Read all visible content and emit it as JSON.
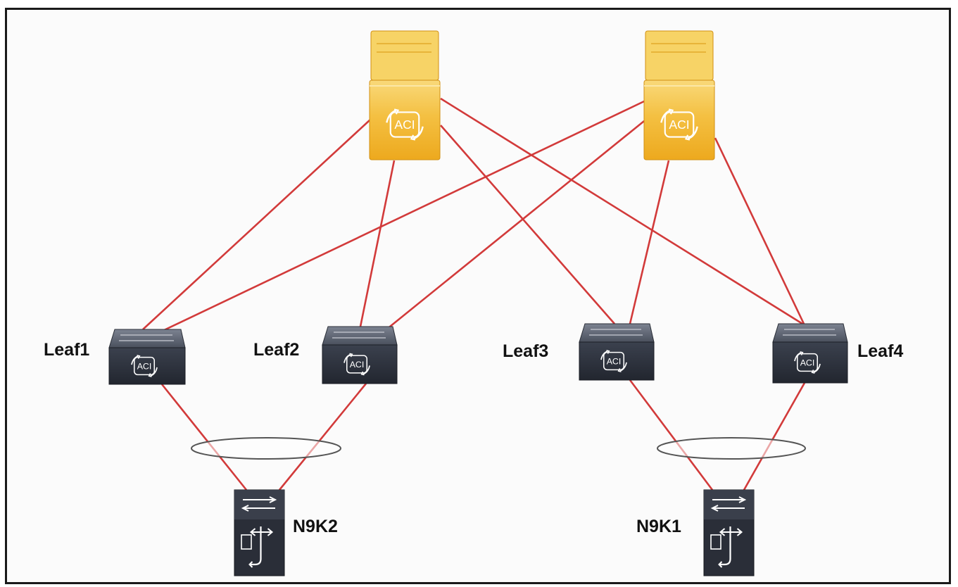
{
  "diagram": {
    "colors": {
      "link": "#d23a3a",
      "spine_fill_top": "#f6cf5a",
      "spine_fill_bottom": "#f0b32a",
      "spine_edge": "#d18f12",
      "leaf_fill": "#2f3440",
      "leaf_top": "#5a6170",
      "n9k_fill": "#2a2e38",
      "icon_stroke": "#ffffff",
      "portchannel_fill": "#ffffff",
      "portchannel_stroke": "#555555"
    },
    "spines": [
      {
        "id": "spine1",
        "icon": "acl-spine-icon",
        "badge": "ACI"
      },
      {
        "id": "spine2",
        "icon": "acl-spine-icon",
        "badge": "ACI"
      }
    ],
    "leaves": [
      {
        "id": "leaf1",
        "label": "Leaf1",
        "badge": "ACI",
        "icon": "aci-leaf-switch-icon"
      },
      {
        "id": "leaf2",
        "label": "Leaf2",
        "badge": "ACI",
        "icon": "aci-leaf-switch-icon"
      },
      {
        "id": "leaf3",
        "label": "Leaf3",
        "badge": "ACI",
        "icon": "aci-leaf-switch-icon"
      },
      {
        "id": "leaf4",
        "label": "Leaf4",
        "badge": "ACI",
        "icon": "aci-leaf-switch-icon"
      }
    ],
    "switches": [
      {
        "id": "n9k2",
        "label": "N9K2",
        "icon": "nexus-switch-icon"
      },
      {
        "id": "n9k1",
        "label": "N9K1",
        "icon": "nexus-switch-icon"
      }
    ],
    "links": [
      [
        "spine1",
        "leaf1"
      ],
      [
        "spine1",
        "leaf2"
      ],
      [
        "spine1",
        "leaf3"
      ],
      [
        "spine1",
        "leaf4"
      ],
      [
        "spine2",
        "leaf1"
      ],
      [
        "spine2",
        "leaf2"
      ],
      [
        "spine2",
        "leaf3"
      ],
      [
        "spine2",
        "leaf4"
      ],
      [
        "leaf1",
        "n9k2"
      ],
      [
        "leaf2",
        "n9k2"
      ],
      [
        "leaf3",
        "n9k1"
      ],
      [
        "leaf4",
        "n9k1"
      ]
    ],
    "port_channels": [
      {
        "id": "vpc-left",
        "members": [
          "leaf1",
          "leaf2"
        ]
      },
      {
        "id": "vpc-right",
        "members": [
          "leaf3",
          "leaf4"
        ]
      }
    ]
  }
}
